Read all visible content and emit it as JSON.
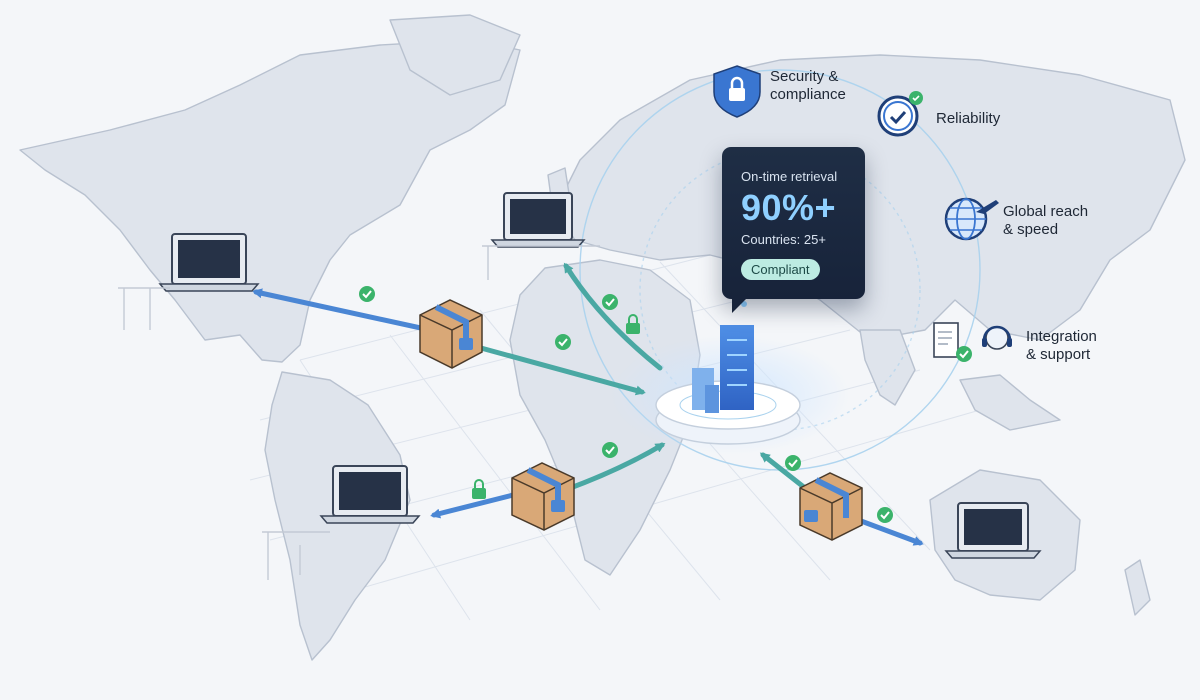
{
  "callout": {
    "title": "On-time retrieval",
    "metric": "90%+",
    "countries": "Countries: 25+",
    "badge": "Compliant"
  },
  "features": [
    {
      "label": "Security &\ncompliance",
      "icon": "shield-lock-icon"
    },
    {
      "label": "Reliability",
      "icon": "clock-check-icon"
    },
    {
      "label": "Global reach\n& speed",
      "icon": "globe-plane-icon"
    },
    {
      "label": "Integration\n& support",
      "icon": "document-headset-icon"
    }
  ],
  "nodes": [
    {
      "id": "north-america",
      "icon": "laptop-icon"
    },
    {
      "id": "europe",
      "icon": "laptop-icon"
    },
    {
      "id": "south-america",
      "icon": "laptop-icon"
    },
    {
      "id": "australia",
      "icon": "laptop-icon"
    }
  ],
  "colors": {
    "accent_blue": "#4a86d4",
    "accent_teal": "#4aa8a3",
    "check_green": "#3bb36b",
    "tooltip_bg": "#1c2a40",
    "metric_text": "#8fd0ff",
    "badge_bg": "#bdebe2",
    "package": "#d9a877"
  }
}
